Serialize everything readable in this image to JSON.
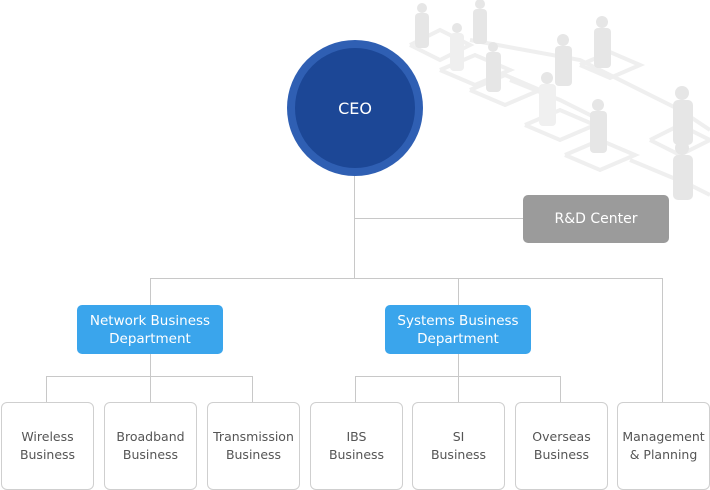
{
  "chart": {
    "ceo": {
      "label": "CEO",
      "color": "#1c4796",
      "ring_color": "#2f5fb3"
    },
    "rd_center": {
      "label": "R&D Center",
      "color": "#9b9b9b"
    },
    "departments": [
      {
        "label": "Network Business\nDepartment",
        "color": "#3aa5ec",
        "units": [
          {
            "label": "Wireless\nBusiness"
          },
          {
            "label": "Broadband\nBusiness"
          },
          {
            "label": "Transmission\nBusiness"
          }
        ]
      },
      {
        "label": "Systems Business\nDepartment",
        "color": "#3aa5ec",
        "units": [
          {
            "label": "IBS\nBusiness"
          },
          {
            "label": "SI\nBusiness"
          },
          {
            "label": "Overseas\nBusiness"
          }
        ]
      }
    ],
    "standalone_unit": {
      "label": "Management\n& Planning"
    },
    "background_icon": "org-network-people-icon"
  }
}
